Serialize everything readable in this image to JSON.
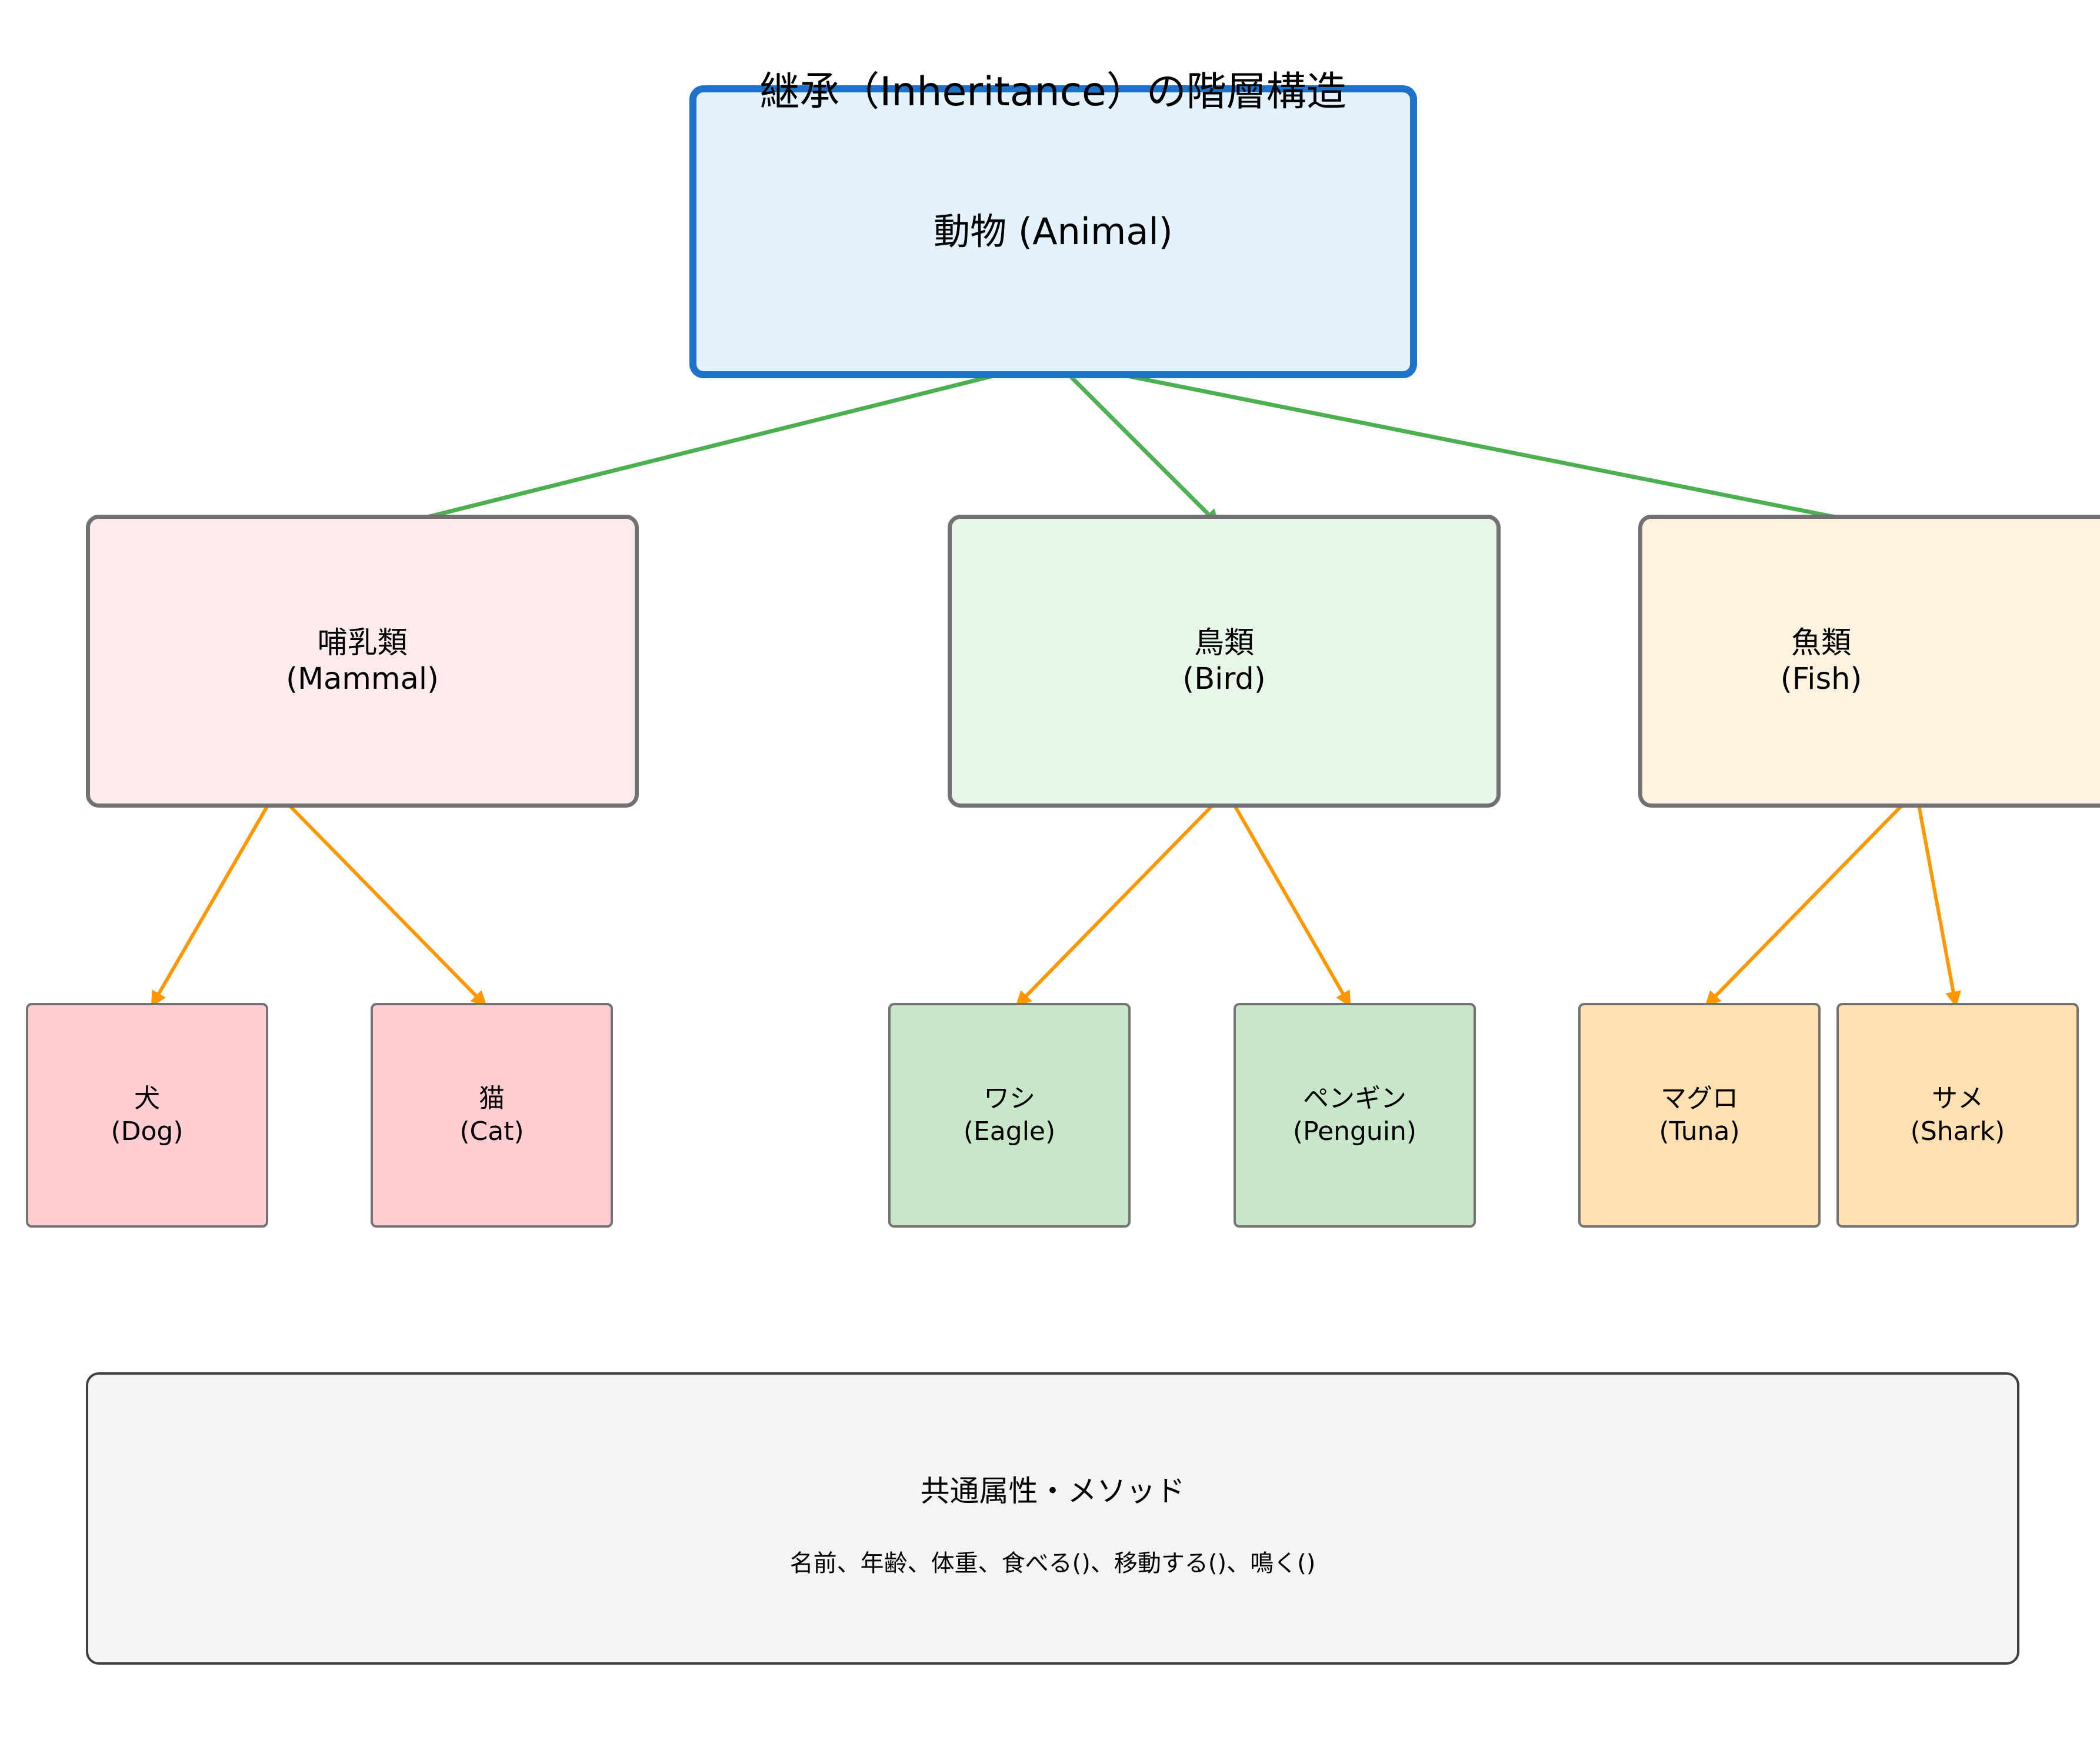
{
  "title": "継承（Inheritance）の階層構造",
  "root": {
    "name": "動物 (Animal)"
  },
  "categories": [
    {
      "name_ja": "哺乳類",
      "name_en": "(Mammal)"
    },
    {
      "name_ja": "鳥類",
      "name_en": "(Bird)"
    },
    {
      "name_ja": "魚類",
      "name_en": "(Fish)"
    }
  ],
  "leaves": [
    {
      "name_ja": "犬",
      "name_en": "(Dog)"
    },
    {
      "name_ja": "猫",
      "name_en": "(Cat)"
    },
    {
      "name_ja": "ワシ",
      "name_en": "(Eagle)"
    },
    {
      "name_ja": "ペンギン",
      "name_en": "(Penguin)"
    },
    {
      "name_ja": "マグロ",
      "name_en": "(Tuna)"
    },
    {
      "name_ja": "サメ",
      "name_en": "(Shark)"
    }
  ],
  "common": {
    "title": "共通属性・メソッド",
    "detail": "名前、年齢、体重、食べる()、移動する()、鳴く()"
  },
  "edges": [
    {
      "from": "root",
      "to": "mammal"
    },
    {
      "from": "root",
      "to": "bird"
    },
    {
      "from": "root",
      "to": "fish"
    },
    {
      "from": "mammal",
      "to": "dog"
    },
    {
      "from": "mammal",
      "to": "cat"
    },
    {
      "from": "bird",
      "to": "eagle"
    },
    {
      "from": "bird",
      "to": "penguin"
    },
    {
      "from": "fish",
      "to": "tuna"
    },
    {
      "from": "fish",
      "to": "shark"
    }
  ],
  "colors": {
    "root_fill": "#e3f2fd",
    "root_border": "#1e73c8",
    "mammal_fill": "#feebee",
    "bird_fill": "#e8f5e9",
    "fish_fill": "#fef3e0",
    "mammal_leaf_fill": "#ffcdd2",
    "bird_leaf_fill": "#c8e6c9",
    "fish_leaf_fill": "#fee0b2",
    "level1_arrow": "#4caf50",
    "level2_arrow": "#ff9800"
  }
}
